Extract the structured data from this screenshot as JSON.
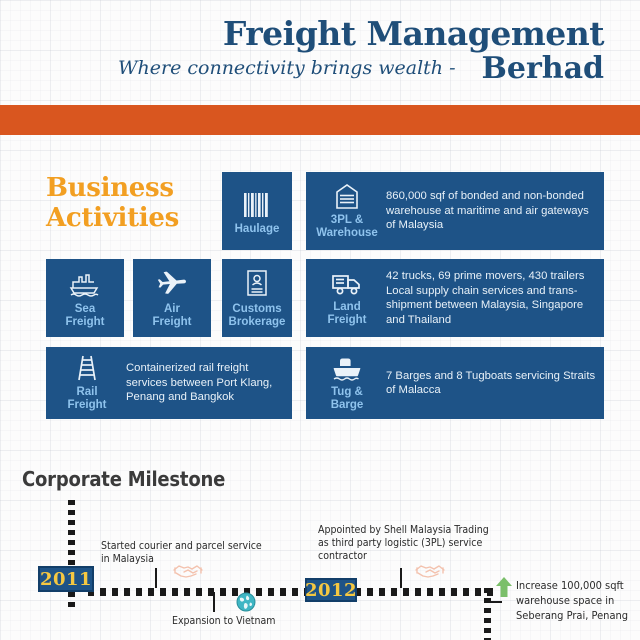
{
  "header": {
    "company_line1": "Freight Management",
    "tagline": "Where connectivity brings wealth -",
    "company_line2": "Berhad",
    "brand_blue": "#1F4E79",
    "band_orange": "#D9561F"
  },
  "business_activities": {
    "title_line1": "Business",
    "title_line2": "Activities",
    "title_color": "#F29F22",
    "card_bg": "#1E5387",
    "label_color": "#8FC3ED",
    "cards": [
      {
        "id": "haulage",
        "icon": "barcode-icon",
        "label": "Haulage",
        "description": ""
      },
      {
        "id": "3pl-warehouse",
        "icon": "warehouse-icon",
        "label_line1": "3PL &",
        "label_line2": "Warehouse",
        "description": "860,000 sqf of bonded and non-bonded warehouse at maritime and air gateways of Malaysia"
      },
      {
        "id": "sea-freight",
        "icon": "cargo-ship-icon",
        "label_line1": "Sea",
        "label_line2": "Freight",
        "description": ""
      },
      {
        "id": "air-freight",
        "icon": "airplane-icon",
        "label_line1": "Air",
        "label_line2": "Freight",
        "description": ""
      },
      {
        "id": "customs-brokerage",
        "icon": "id-card-icon",
        "label_line1": "Customs",
        "label_line2": "Brokerage",
        "description": ""
      },
      {
        "id": "land-freight",
        "icon": "truck-icon",
        "label_line1": "Land",
        "label_line2": "Freight",
        "description_line1": "42 trucks, 69 prime movers, 430 trailers",
        "description_line2": "Local supply chain services and trans-shipment between Malaysia, Singapore and Thailand"
      },
      {
        "id": "rail-freight",
        "icon": "railway-track-icon",
        "label_line1": "Rail",
        "label_line2": "Freight",
        "description": "Containerized rail freight services between Port Klang, Penang and Bangkok"
      },
      {
        "id": "tug-barge",
        "icon": "tugboat-icon",
        "label_line1": "Tug &",
        "label_line2": "Barge",
        "description": "7 Barges and 8 Tugboats servicing Straits of Malacca"
      }
    ]
  },
  "timeline": {
    "title": "Corporate Milestone",
    "year_badge_bg": "#1E5387",
    "year_badge_text_color": "#F5C842",
    "years": [
      {
        "label": "2011"
      },
      {
        "label": "2012"
      }
    ],
    "events": [
      {
        "id": "courier-parcel",
        "text": "Started courier and parcel service in Malaysia",
        "icon": "handshake-icon",
        "icon_color": "#F3C2AE",
        "position": "above"
      },
      {
        "id": "expansion-vietnam",
        "text": "Expansion to Vietnam",
        "icon": "globe-icon",
        "icon_color": "#3FB6C4",
        "position": "below"
      },
      {
        "id": "shell-malaysia-3pl",
        "text": "Appointed by Shell Malaysia Trading as third party logistic (3PL) service contractor",
        "icon": "handshake-icon",
        "icon_color": "#F3C2AE",
        "position": "above"
      },
      {
        "id": "warehouse-seberang-prai",
        "text": "Increase 100,000 sqft warehouse space in Seberang Prai, Penang",
        "icon": "up-arrow-icon",
        "icon_color": "#7BBF6A",
        "position": "right"
      }
    ]
  }
}
